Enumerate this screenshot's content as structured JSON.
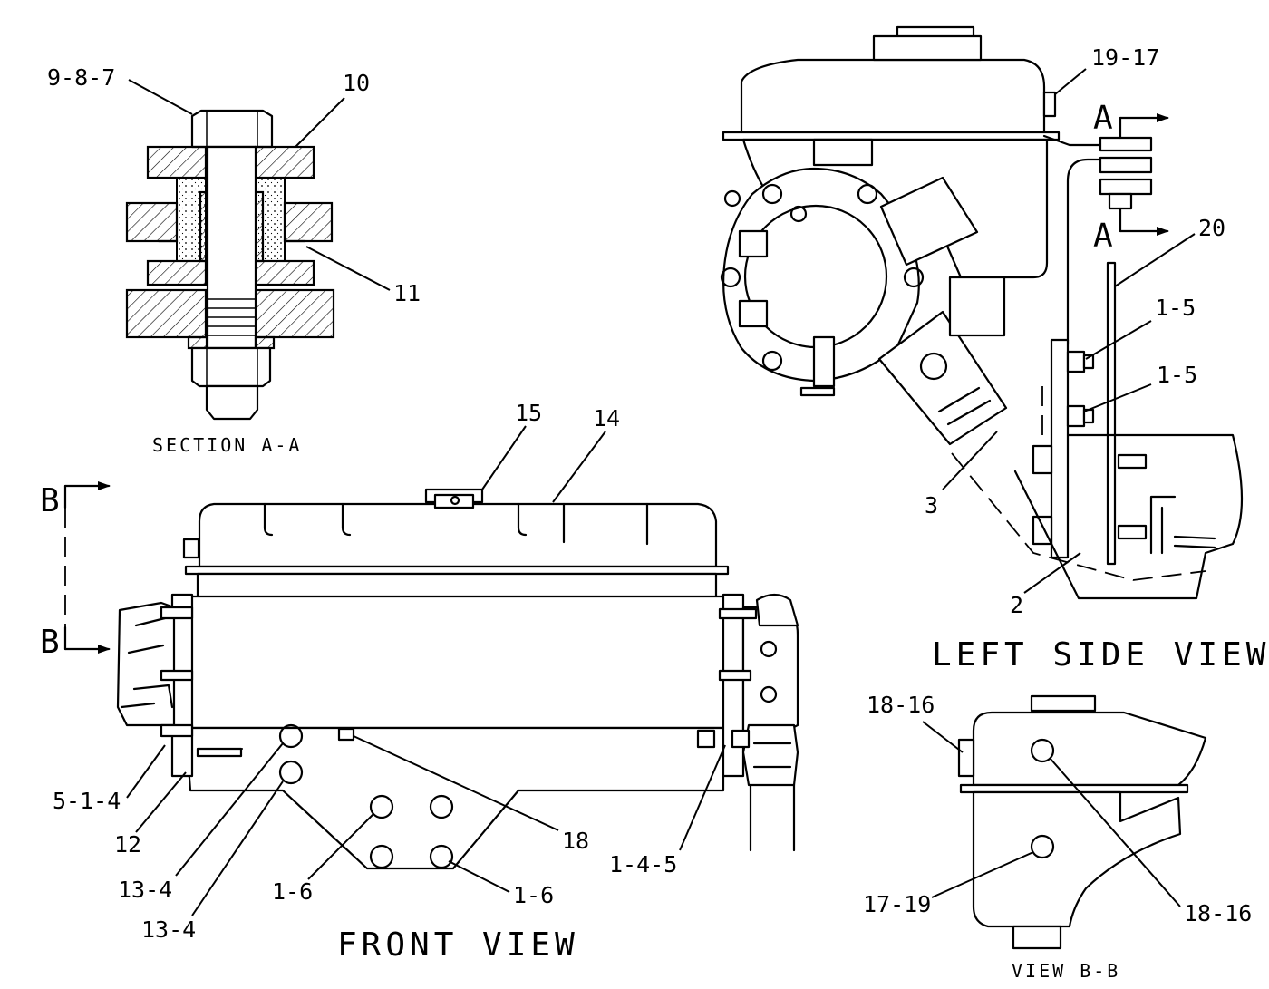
{
  "views": {
    "section_aa": "SECTION A-A",
    "front": "FRONT VIEW",
    "left_side": "LEFT SIDE VIEW",
    "view_bb": "VIEW B-B"
  },
  "section_markers": {
    "a_top": "A",
    "a_bottom": "A",
    "b_top": "B",
    "b_bottom": "B"
  },
  "callouts": {
    "c_9_8_7": "9-8-7",
    "c_10": "10",
    "c_11": "11",
    "c_15": "15",
    "c_14": "14",
    "c_5_1_4": "5-1-4",
    "c_12": "12",
    "c_13_4_a": "13-4",
    "c_13_4_b": "13-4",
    "c_1_6_a": "1-6",
    "c_1_6_b": "1-6",
    "c_18": "18",
    "c_1_4_5": "1-4-5",
    "c_19_17": "19-17",
    "c_20": "20",
    "c_1_5_a": "1-5",
    "c_1_5_b": "1-5",
    "c_3": "3",
    "c_2": "2",
    "c_18_16_a": "18-16",
    "c_18_16_b": "18-16",
    "c_17_19": "17-19"
  }
}
